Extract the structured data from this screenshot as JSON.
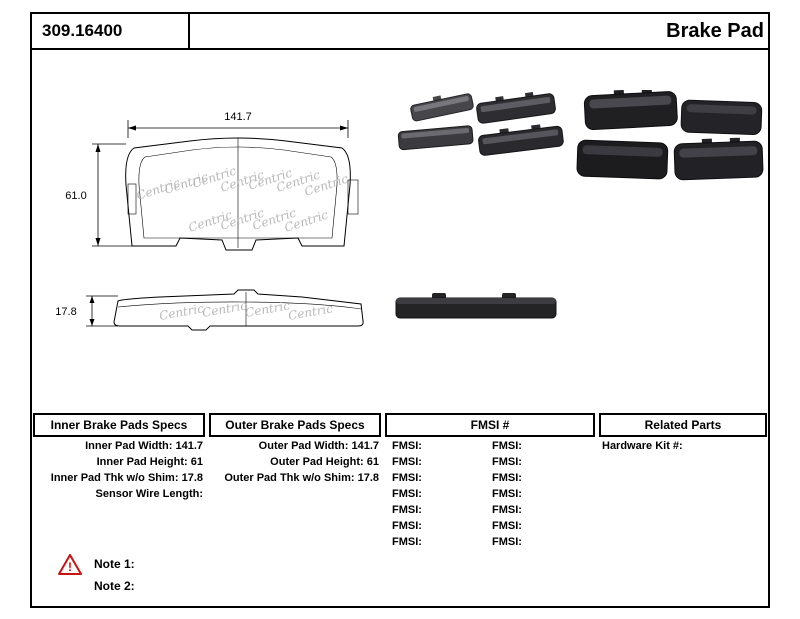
{
  "header": {
    "part_number": "309.16400",
    "title": "Brake Pad"
  },
  "diagram": {
    "watermark": "Centric",
    "front_view": {
      "width": "141.7",
      "height": "61.0"
    },
    "side_view": {
      "thickness": "17.8"
    }
  },
  "specs": {
    "inner": {
      "header": "Inner Brake Pads Specs",
      "rows": [
        {
          "label": "Inner Pad Width:",
          "value": "141.7"
        },
        {
          "label": "Inner Pad Height:",
          "value": "61"
        },
        {
          "label": "Inner Pad Thk w/o Shim:",
          "value": "17.8"
        },
        {
          "label": "Sensor Wire Length:",
          "value": ""
        }
      ]
    },
    "outer": {
      "header": "Outer Brake Pads Specs",
      "rows": [
        {
          "label": "Outer Pad Width:",
          "value": "141.7"
        },
        {
          "label": "Outer Pad Height:",
          "value": "61"
        },
        {
          "label": "Outer Pad Thk w/o Shim:",
          "value": "17.8"
        }
      ]
    },
    "fmsi": {
      "header": "FMSI #",
      "left": [
        "FMSI:",
        "FMSI:",
        "FMSI:",
        "FMSI:",
        "FMSI:",
        "FMSI:",
        "FMSI:"
      ],
      "right": [
        "FMSI:",
        "FMSI:",
        "FMSI:",
        "FMSI:",
        "FMSI:",
        "FMSI:",
        "FMSI:"
      ]
    },
    "related": {
      "header": "Related Parts",
      "rows": [
        {
          "label": "Hardware Kit #:",
          "value": ""
        }
      ]
    }
  },
  "notes": {
    "warning_symbol": "!",
    "items": [
      {
        "label": "Note 1:"
      },
      {
        "label": "Note 2:"
      }
    ]
  }
}
